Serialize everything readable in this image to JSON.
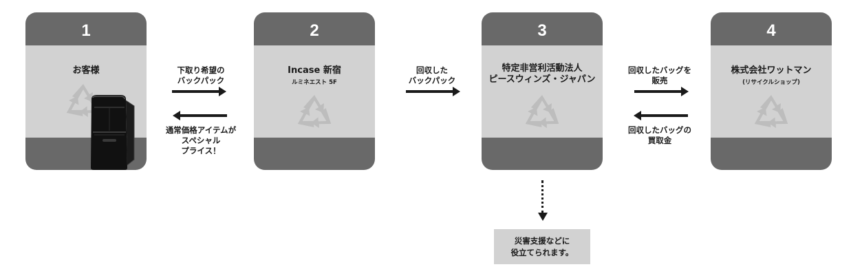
{
  "cards": [
    {
      "number": "1",
      "title": "お客様",
      "subtitle": ""
    },
    {
      "number": "2",
      "title": "Incase 新宿",
      "subtitle": "ルミネエスト 5F"
    },
    {
      "number": "3",
      "title_line1": "特定非営利活動法人",
      "title_line2": "ピースウィンズ・ジャパン"
    },
    {
      "number": "4",
      "title": "株式会社ワットマン",
      "subtitle": "(リサイクルショップ)"
    }
  ],
  "flows": {
    "c1_to_c2": {
      "line1": "下取り希望の",
      "line2": "バックパック"
    },
    "c2_to_c1": {
      "line1": "通常価格アイテムが",
      "line2": "スペシャル",
      "line3": "プライス！"
    },
    "c2_to_c3": {
      "line1": "回収した",
      "line2": "バックパック"
    },
    "c3_to_c4": {
      "line1": "回収したバッグを",
      "line2": "販売"
    },
    "c4_to_c3": {
      "line1": "回収したバッグの",
      "line2": "買取金"
    }
  },
  "note": {
    "line1": "災害支援などに",
    "line2": "役立てられます。"
  },
  "colors": {
    "card_dark": "#696969",
    "card_light": "#d2d2d2",
    "recycle_icon": "#bdbdbd",
    "text": "#1a1a1a"
  },
  "icons": [
    "recycle-icon",
    "backpack-icon",
    "arrow-right-icon",
    "arrow-left-icon",
    "arrow-down-icon"
  ]
}
